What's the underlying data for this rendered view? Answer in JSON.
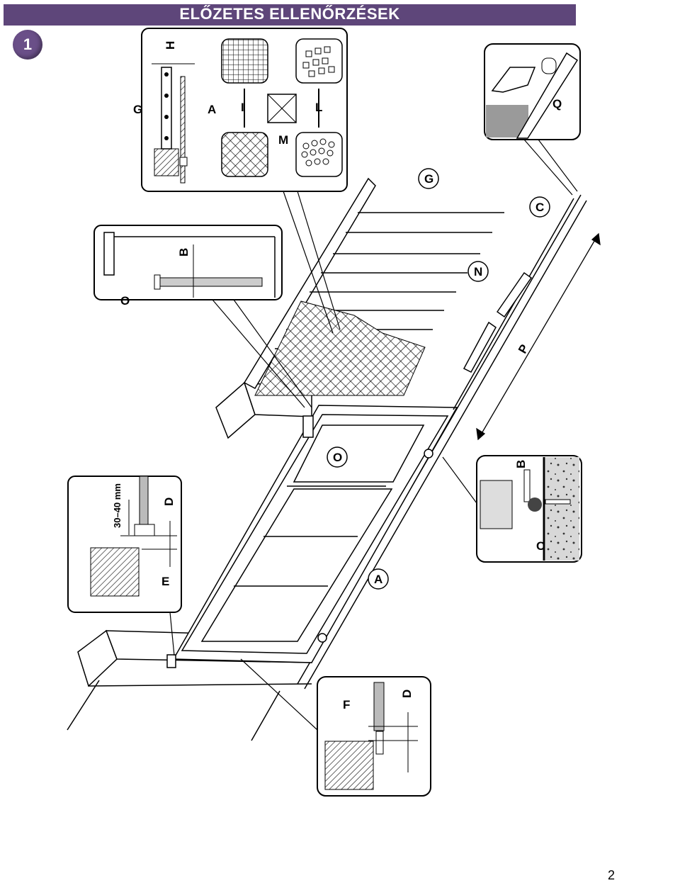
{
  "header": {
    "title": "ELŐZETES ELLENŐRZÉSEK"
  },
  "step": {
    "number": "1"
  },
  "callouts": {
    "A": "A",
    "B": "B",
    "C": "C",
    "D": "D",
    "E": "E",
    "F": "F",
    "G": "G",
    "H": "H",
    "I": "I",
    "L": "L",
    "M": "M",
    "N": "N",
    "O": "O",
    "P": "P",
    "Q": "Q"
  },
  "dimension": {
    "gap": "30–40 mm"
  },
  "footer": {
    "page": "2"
  },
  "colors": {
    "title_bg": "#5e467a",
    "badge": "#6a4f88"
  }
}
